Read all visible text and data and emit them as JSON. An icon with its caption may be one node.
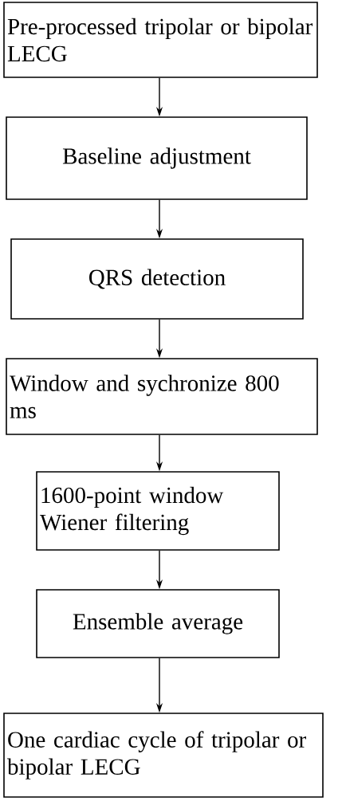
{
  "diagram": {
    "nodes": [
      {
        "text": [
          "Pre-processed tripolar or bipolar LECG"
        ]
      },
      {
        "text": [
          "Baseline adjustment"
        ]
      },
      {
        "text": [
          "QRS detection"
        ]
      },
      {
        "text": [
          "Window and sychronize 800 ms"
        ]
      },
      {
        "text": [
          "1600-point window Wiener filtering"
        ]
      },
      {
        "text": [
          "Ensemble average"
        ]
      },
      {
        "text": [
          "One cardiac cycle of tripolar or bipolar LECG"
        ]
      }
    ],
    "edges": [
      {
        "from": 0,
        "to": 1,
        "arrow": "to"
      },
      {
        "from": 1,
        "to": 2,
        "arrow": "to"
      },
      {
        "from": 2,
        "to": 3,
        "arrow": "to"
      },
      {
        "from": 3,
        "to": 4,
        "arrow": "to"
      },
      {
        "from": 4,
        "to": 5,
        "arrow": "to"
      },
      {
        "from": 5,
        "to": 6,
        "arrow": "to"
      }
    ]
  }
}
